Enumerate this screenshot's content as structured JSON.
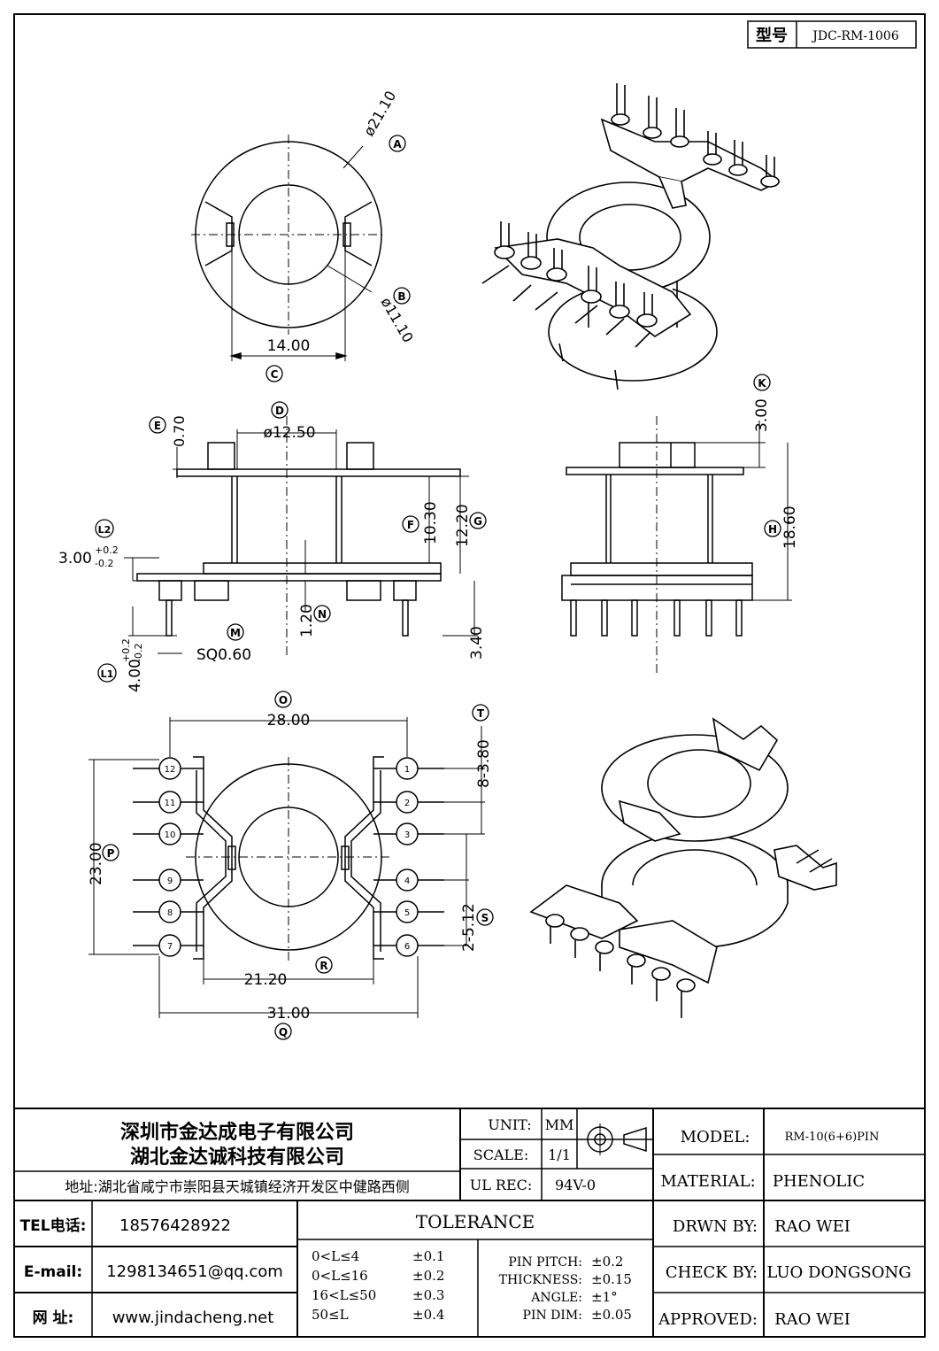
{
  "model_box": {
    "label": "型号",
    "value": "JDC-RM-1006"
  },
  "top_view": {
    "outer_dia": "ø21.10",
    "outer_tag": "A",
    "inner_dia": "ø11.10",
    "inner_tag": "B",
    "width": "14.00",
    "width_tag": "C"
  },
  "front_view": {
    "flange_dia": "ø12.50",
    "flange_tag": "D",
    "pin_top": "0.70",
    "pin_top_tag": "E",
    "inner_h": "10.30",
    "inner_h_tag": "F",
    "body_h": "12.20",
    "body_h_tag": "G",
    "l2": "3.00",
    "l2_tol_up": "+0.2",
    "l2_tol_dn": "-0.2",
    "l2_tag": "L2",
    "base_t": "1.20",
    "base_t_tag": "N",
    "pin_sq": "SQ0.60",
    "pin_sq_tag": "M",
    "pin_len": "3.40",
    "l1": "4.00",
    "l1_tol_up": "+0.2",
    "l1_tol_dn": "-0.2",
    "l1_tag": "L1"
  },
  "side_view": {
    "top_h": "3.00",
    "top_tag": "K",
    "total_h": "18.60",
    "total_tag": "H"
  },
  "bottom_view": {
    "width": "28.00",
    "width_tag": "O",
    "height": "23.00",
    "height_tag": "P",
    "inner_w": "21.20",
    "inner_w_tag": "R",
    "outer_w": "31.00",
    "outer_tag": "Q",
    "pitch1": "8-3.80",
    "pitch1_tag": "T",
    "pitch2": "2-5.12",
    "pitch2_tag": "S",
    "pins_left": [
      "12",
      "11",
      "10",
      "9",
      "8",
      "7"
    ],
    "pins_right": [
      "1",
      "2",
      "3",
      "4",
      "5",
      "6"
    ]
  },
  "company": {
    "name1": "深圳市金达成电子有限公司",
    "name2": "湖北金达诚科技有限公司",
    "address": "地址:湖北省咸宁市崇阳县天城镇经济开发区中健路西侧"
  },
  "contact": {
    "tel_label": "TEL电话:",
    "tel": "18576428922",
    "email_label": "E-mail:",
    "email": "1298134651@qq.com",
    "web_label": "网    址:",
    "web": "www.jindacheng.net"
  },
  "specs": {
    "unit_label": "UNIT:",
    "unit": "MM",
    "scale_label": "SCALE:",
    "scale": "1/1",
    "ulrec_label": "UL REC:",
    "ulrec": "94V-0"
  },
  "tolerance": {
    "title": "TOLERANCE",
    "rows": [
      {
        "range": "0<L≤4",
        "tol": "±0.1"
      },
      {
        "range": "0<L≤16",
        "tol": "±0.2"
      },
      {
        "range": "16<L≤50",
        "tol": "±0.3"
      },
      {
        "range": "50≤L",
        "tol": "±0.4"
      }
    ],
    "specs": [
      {
        "label": "PIN PITCH:",
        "value": "±0.2"
      },
      {
        "label": "THICKNESS:",
        "value": "±0.15"
      },
      {
        "label": "ANGLE:",
        "value": "±1°"
      },
      {
        "label": "PIN DIM:",
        "value": "±0.05"
      }
    ]
  },
  "title_block": {
    "model_label": "MODEL:",
    "model": "RM-10(6+6)PIN",
    "material_label": "MATERIAL:",
    "material": "PHENOLIC",
    "drawn_label": "DRWN BY:",
    "drawn": "RAO WEI",
    "check_label": "CHECK BY:",
    "check": "LUO DONGSONG",
    "approved_label": "APPROVED:",
    "approved": "RAO WEI"
  }
}
